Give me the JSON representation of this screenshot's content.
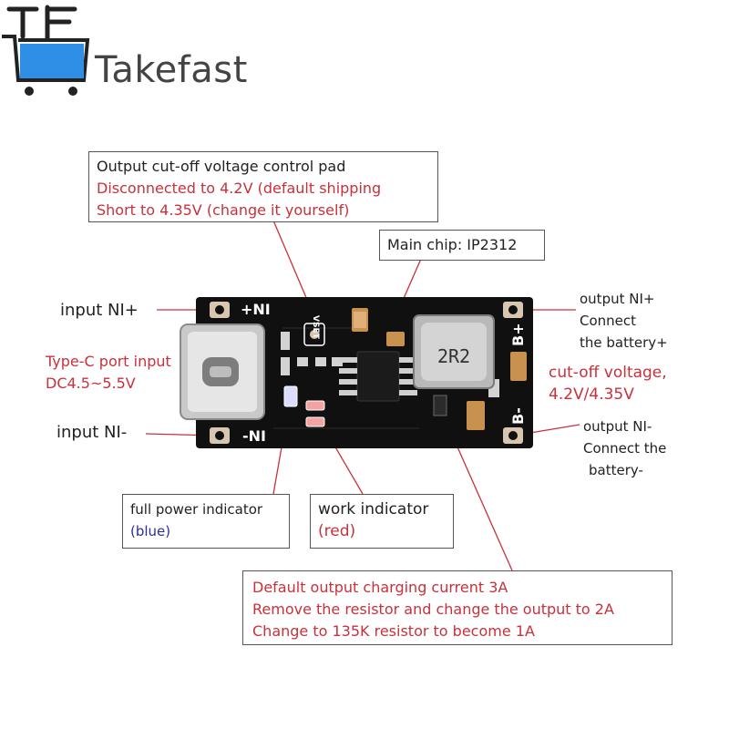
{
  "brand": {
    "logo_letters": "TF",
    "name": "Takefast"
  },
  "callouts": {
    "cutoff_pad": {
      "line1": "Output cut-off voltage control pad",
      "line2": "Disconnected to 4.2V (default shipping",
      "line3": "Short to 4.35V (change it yourself)"
    },
    "main_chip": "Main chip: IP2312",
    "full_power": {
      "line1": "full power indicator",
      "line2": "(blue)"
    },
    "work_indicator": {
      "line1": "work indicator",
      "line2": "(red)"
    },
    "current": {
      "line1": "Default output charging current 3A",
      "line2": "Remove the resistor and change the output to 2A",
      "line3": "Change to 135K resistor to become 1A"
    }
  },
  "labels": {
    "input_pos": "input NI+",
    "input_neg": "input NI-",
    "typec_line1": "Type-C port input",
    "typec_line2": "DC4.5~5.5V",
    "out_pos_line1": "output NI+",
    "out_pos_line2": "Connect",
    "out_pos_line3": "the battery+",
    "cutoff_line1": "cut-off voltage,",
    "cutoff_line2": "4.2V/4.35V",
    "out_neg_line1": "output NI-",
    "out_neg_line2": "Connect the",
    "out_neg_line3": "battery-"
  },
  "silkscreen": {
    "plus_ni": "+NI",
    "minus_ni": "-NI",
    "b_plus": "B+",
    "b_minus": "B-",
    "inductor": "2R2",
    "vset": "VSET"
  },
  "colors": {
    "annotation_red": "#c8313b",
    "annotation_blue": "#2a2f9c",
    "logo_blue": "#2f8fe6",
    "pcb": "#101010"
  }
}
